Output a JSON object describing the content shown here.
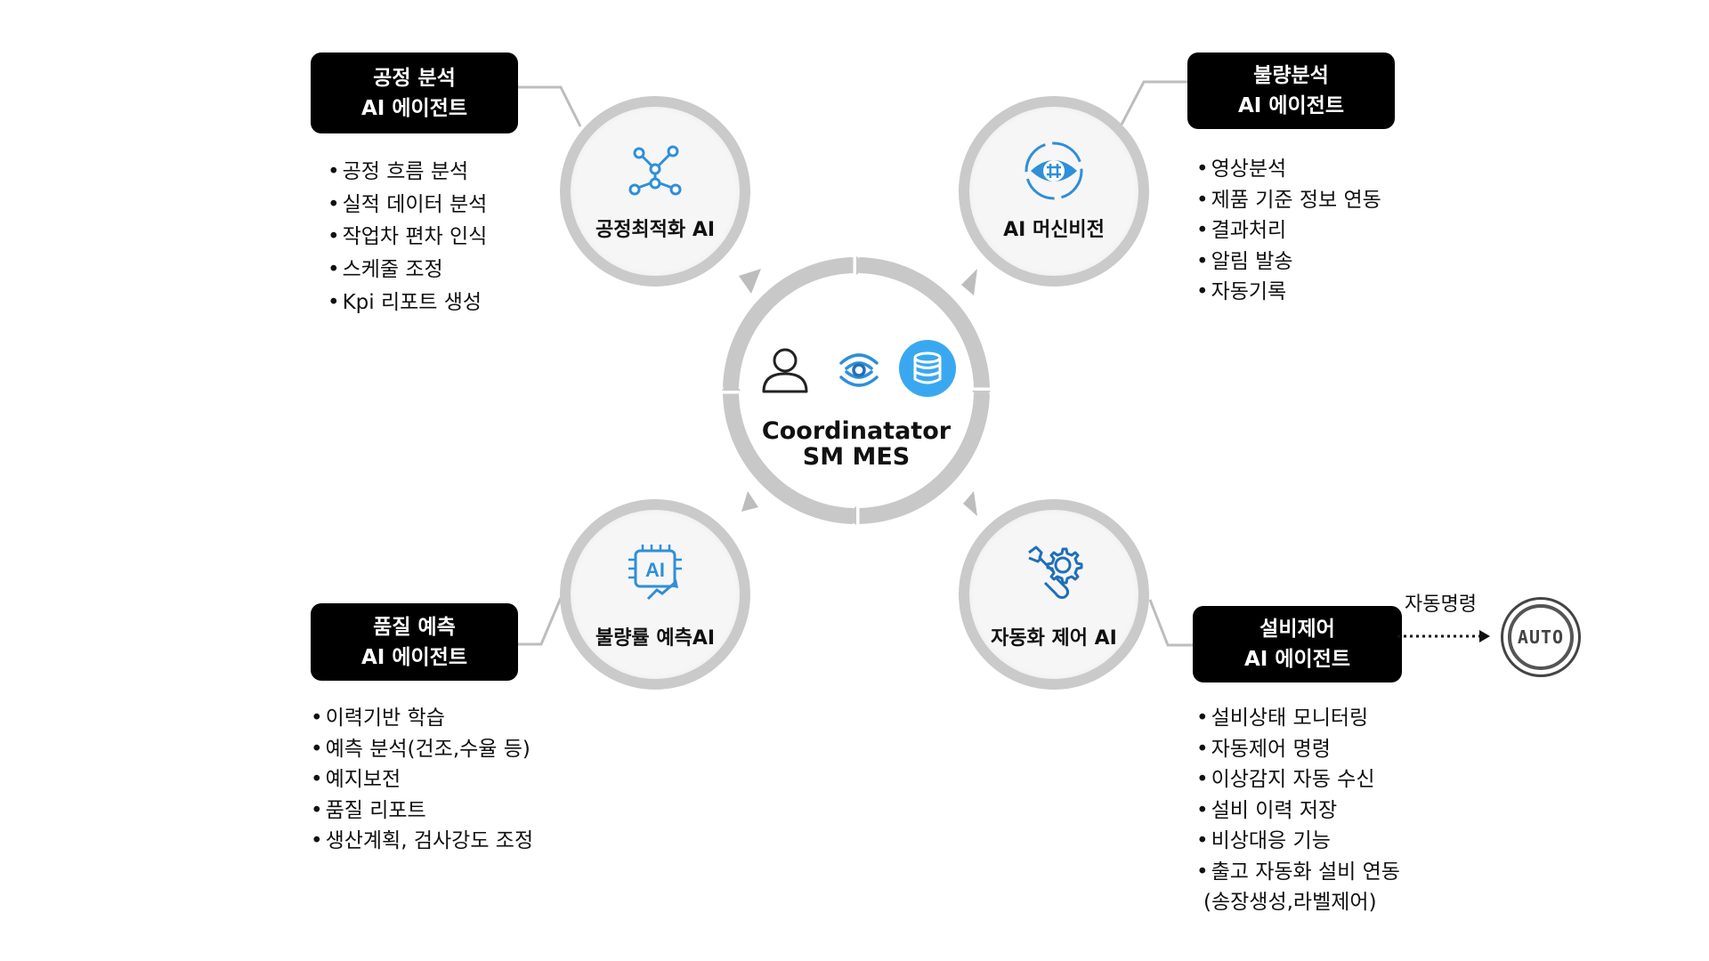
{
  "hub": {
    "title_line1": "Coordinatator",
    "title_line2": "SM MES",
    "icons": [
      "user-icon",
      "wireless-signal-icon",
      "database-icon"
    ]
  },
  "agents": {
    "top_left": {
      "label_line1": "공정 분석",
      "label_line2": "AI 에이전트",
      "node_title": "공정최적화 AI",
      "icon": "network-nodes-icon",
      "bullets": [
        "공정 흐름 분석",
        "실적 데이터 분석",
        "작업차 편차 인식",
        "스케줄 조정",
        "Kpi 리포트 생성"
      ]
    },
    "top_right": {
      "label_line1": "불량분석",
      "label_line2": "AI 에이전트",
      "node_title": "AI 머신비전",
      "icon": "eye-scan-icon",
      "bullets": [
        "영상분석",
        "제품 기준 정보 연동",
        "결과처리",
        "알림 발송",
        "자동기록"
      ]
    },
    "bottom_left": {
      "label_line1": "품질 예측",
      "label_line2": "AI 에이전트",
      "node_title": "불량률 예측AI",
      "icon": "ai-chip-trend-icon",
      "bullets": [
        "이력기반 학습",
        "예측 분석(건조,수율 등)",
        "예지보전",
        "품질 리포트",
        "생산계획, 검사강도 조정"
      ]
    },
    "bottom_right": {
      "label_line1": "설비제어",
      "label_line2": "AI 에이전트",
      "node_title": "자동화 제어 AI",
      "icon": "wrench-gear-icon",
      "bullets": [
        "설비상태 모니터링",
        "자동제어 명령",
        "이상감지 자동 수신",
        "설비 이력 저장",
        "비상대응 기능",
        "출고 자동화 설비 연동"
      ],
      "bullets_continuation": "(송장생성,라벨제어)"
    }
  },
  "auto": {
    "command_label": "자동명령",
    "badge_text": "AUTO"
  },
  "colors": {
    "label_bg": "#000000",
    "ring": "#c8c8c8",
    "node_fill": "#f6f6f6",
    "icon_blue": "#2f8fd8",
    "icon_blue_dark": "#1f6fb8",
    "db_blue": "#3aa8f0"
  }
}
